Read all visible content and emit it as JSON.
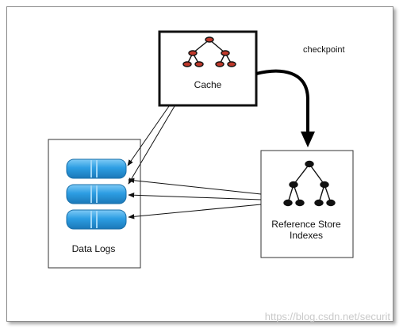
{
  "nodes": {
    "cache": {
      "label": "Cache"
    },
    "data_logs": {
      "label": "Data Logs"
    },
    "reference_store": {
      "label_line1": "Reference Store",
      "label_line2": "Indexes"
    }
  },
  "edges": {
    "checkpoint_label": "checkpoint"
  },
  "watermark": "https://blog.csdn.net/securit",
  "colors": {
    "cache_tree_node": "#c0392b",
    "ref_tree_node": "#111111",
    "disk_blue": "#2d9ee3",
    "disk_highlight": "#7fcaf6"
  }
}
